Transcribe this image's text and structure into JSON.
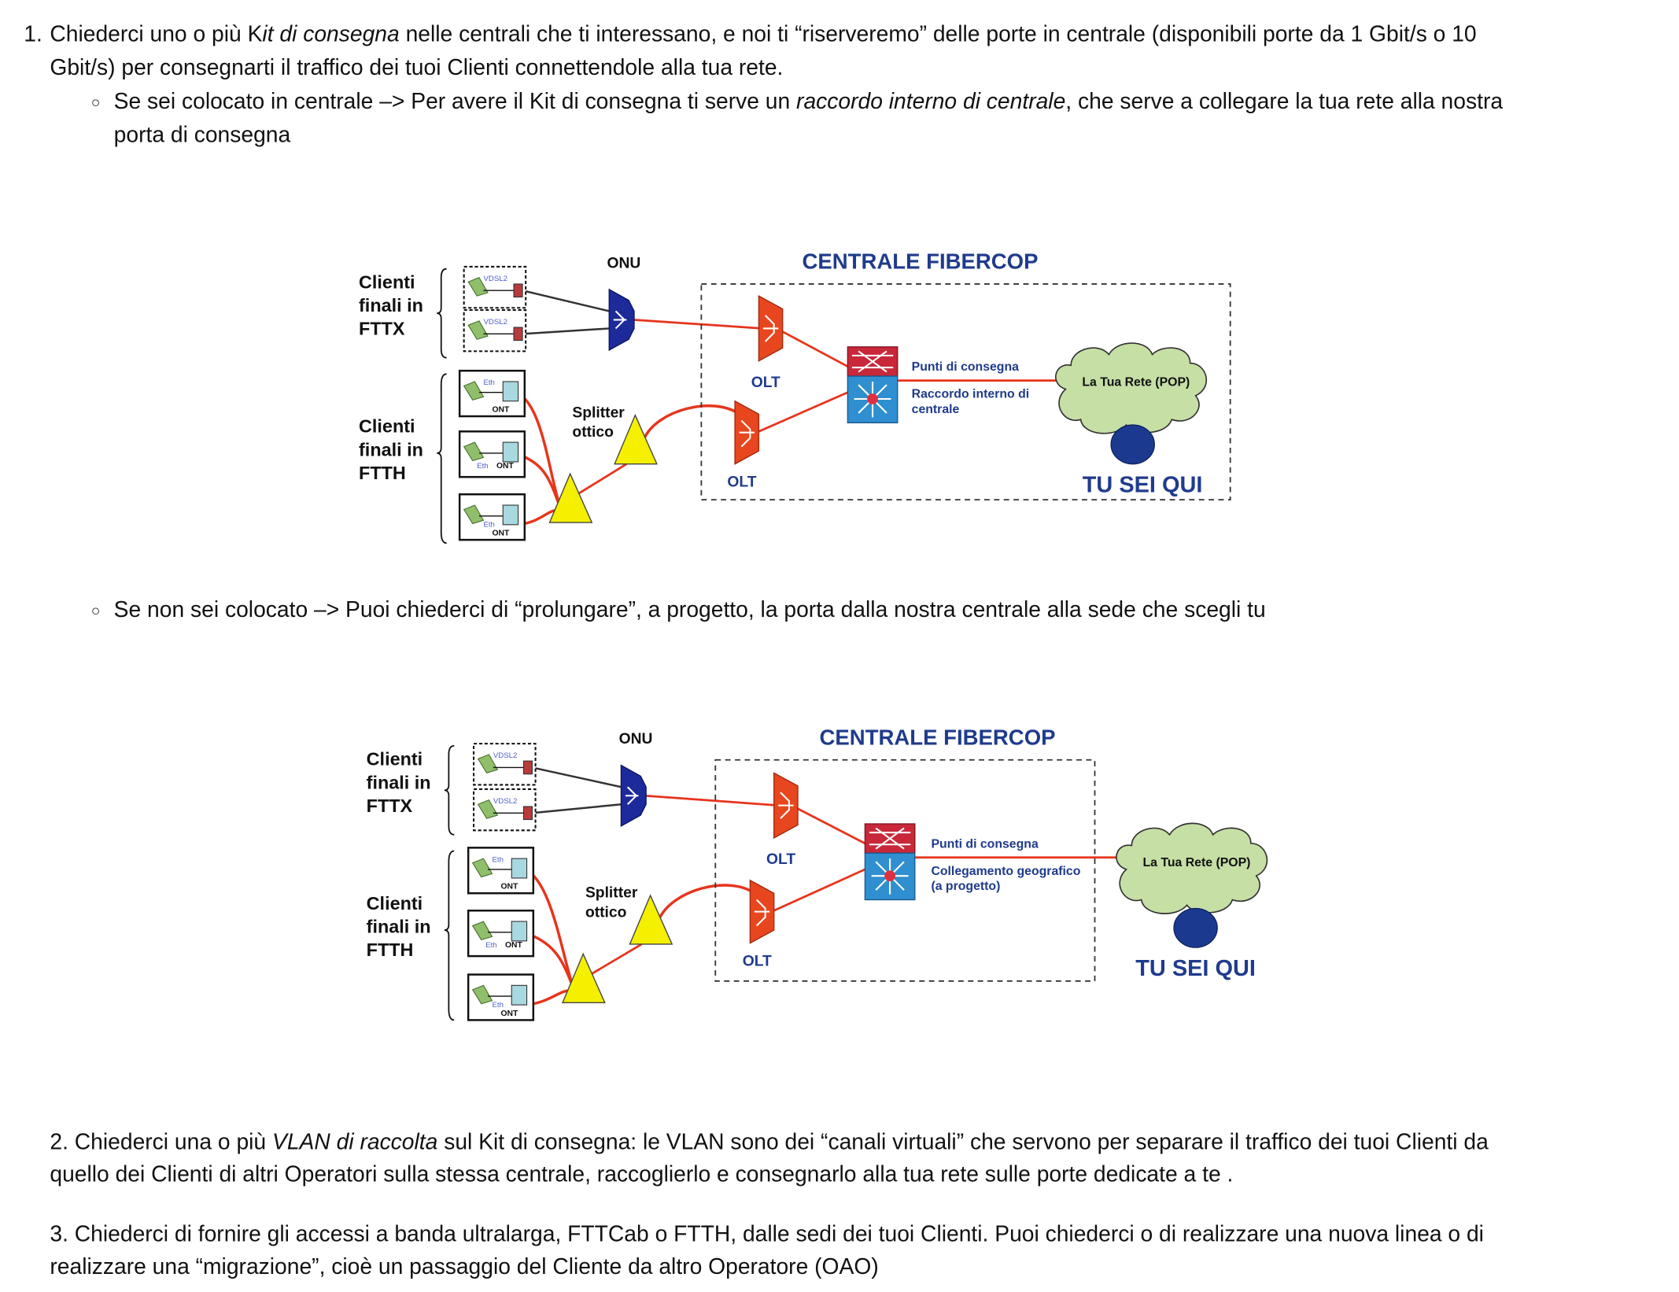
{
  "item1": {
    "number": "1.",
    "lines": [
      [
        {
          "t": "Chiederci uno o più K"
        },
        {
          "t": "it di consegna",
          "i": true
        },
        {
          "t": " nelle centrali che ti interessano, e noi ti “riserveremo” delle porte in centrale (disponibili porte da 1 Gbit/s o 10"
        }
      ],
      [
        {
          "t": "Gbit/s) per consegnarti il traffico dei tuoi Clienti connettendole alla tua rete."
        }
      ]
    ],
    "sub1": {
      "bullet": "○",
      "lines": [
        [
          {
            "t": "Se sei colocato in centrale –> Per avere il Kit di consegna ti serve un "
          },
          {
            "t": "raccordo interno di centrale",
            "i": true
          },
          {
            "t": ", che serve a collegare la tua rete alla nostra"
          }
        ],
        [
          {
            "t": "porta di consegna"
          }
        ]
      ]
    },
    "sub2": {
      "bullet": "○",
      "lines": [
        [
          {
            "t": "Se non sei colocato –> Puoi chiederci di “prolungare”, a progetto, la porta dalla nostra centrale alla sede che scegli tu"
          }
        ]
      ]
    }
  },
  "item2": {
    "lines": [
      [
        {
          "t": "2. Chiederci una o più "
        },
        {
          "t": "VLAN di raccolta",
          "i": true
        },
        {
          "t": " sul Kit di consegna: le VLAN sono dei “canali virtuali” che servono per separare il traffico dei tuoi Clienti da"
        }
      ],
      [
        {
          "t": "quello dei Clienti di altri Operatori sulla stessa centrale, raccoglierlo e consegnarlo alla tua rete sulle porte dedicate a te ."
        }
      ]
    ]
  },
  "item3": {
    "lines": [
      [
        {
          "t": "3. Chiederci di fornire gli accessi a banda ultralarga, FTTCab o FTTH, dalle sedi dei tuoi Clienti. Puoi chiederci o di realizzare una nuova linea o di"
        }
      ],
      [
        {
          "t": "realizzare una “migrazione”, cioè un passaggio del Cliente da altro Operatore (OAO)"
        }
      ]
    ]
  },
  "diagrams": [
    {
      "title": "CENTRALE FIBERCOP",
      "fttx_label": [
        "Clienti",
        "finali in",
        "FTTX"
      ],
      "ftth_label": [
        "Clienti",
        "finali in",
        "FTTH"
      ],
      "onu": "ONU",
      "olt": "OLT",
      "splitter": [
        "Splitter",
        "ottico"
      ],
      "vdsl": "VDSL2",
      "eth": "Eth",
      "ont": "ONT",
      "delivery": "Punti di consegna",
      "link": [
        "Raccordo interno di",
        "centrale"
      ],
      "cloud": "La Tua Rete (POP)",
      "here": "TU SEI QUI"
    },
    {
      "title": "CENTRALE FIBERCOP",
      "fttx_label": [
        "Clienti",
        "finali in",
        "FTTX"
      ],
      "ftth_label": [
        "Clienti",
        "finali in",
        "FTTH"
      ],
      "onu": "ONU",
      "olt": "OLT",
      "splitter": [
        "Splitter",
        "ottico"
      ],
      "vdsl": "VDSL2",
      "eth": "Eth",
      "ont": "ONT",
      "delivery": "Punti di consegna",
      "link": [
        "Collegamento geografico",
        "(a progetto)"
      ],
      "cloud": "La Tua Rete (POP)",
      "here": "TU SEI QUI"
    }
  ],
  "colors": {
    "text": "#111111",
    "diagram_blue": "#1f3b8c",
    "fiber_red": "#e8341c",
    "olt_orange": "#e8461e",
    "cloud_green": "#c6dfa5",
    "splitter_yellow": "#f5f000",
    "switch_red": "#c8283a",
    "switch_blue": "#2f8fd0"
  }
}
